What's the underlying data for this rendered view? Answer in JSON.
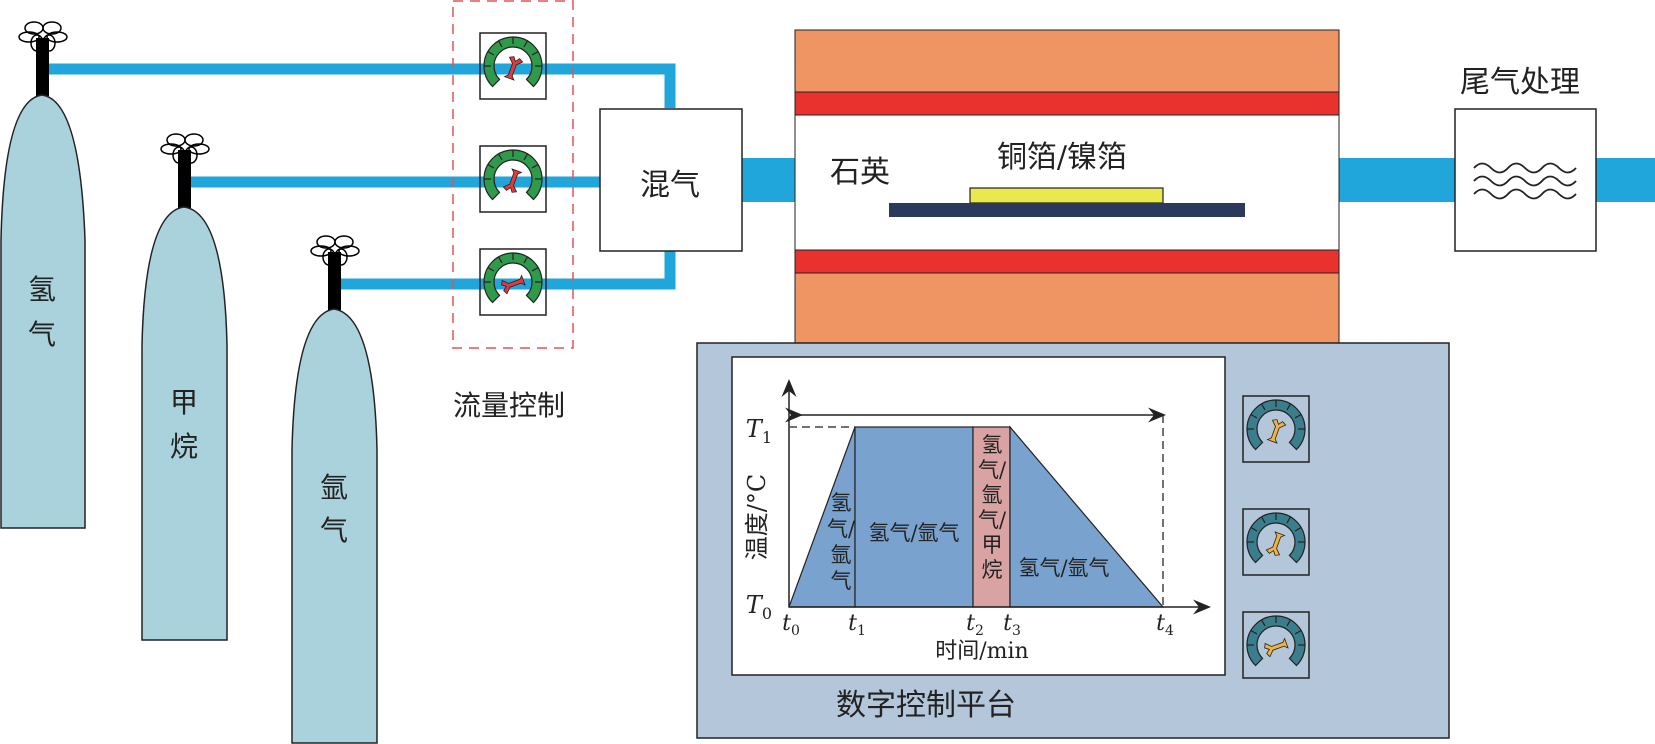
{
  "cylinders": [
    {
      "label_top": "氢",
      "label_bottom": "气",
      "name": "hydrogen"
    },
    {
      "label_top": "甲",
      "label_bottom": "烷",
      "name": "methane"
    },
    {
      "label_top": "氩",
      "label_bottom": "气",
      "name": "argon"
    }
  ],
  "flow_control": {
    "label": "流量控制"
  },
  "mixer": {
    "label": "混气"
  },
  "furnace": {
    "tube_label": "石英",
    "sample_label": "铜箔/镍箔"
  },
  "exhaust": {
    "label": "尾气处理"
  },
  "platform": {
    "label": "数字控制平台"
  },
  "chart": {
    "ylabel": "温度/°C",
    "xlabel": "时间/min",
    "T0": "T",
    "T0_sub": "0",
    "T1": "T",
    "T1_sub": "1",
    "ticks": [
      {
        "t": "t",
        "sub": "0"
      },
      {
        "t": "t",
        "sub": "1"
      },
      {
        "t": "t",
        "sub": "2"
      },
      {
        "t": "t",
        "sub": "3"
      },
      {
        "t": "t",
        "sub": "4"
      }
    ],
    "segments": [
      {
        "lines": [
          "氢",
          "气/",
          "氩",
          "气"
        ]
      },
      {
        "lines": [
          "氢气/氩气"
        ]
      },
      {
        "lines": [
          "氢",
          "气/",
          "氩",
          "气/",
          "甲",
          "烷"
        ]
      },
      {
        "lines": [
          "氢气/氩气"
        ]
      }
    ]
  },
  "colors": {
    "pipe": "#21a6db",
    "cylinder": "#a9d2dc",
    "gauge_green": "#2e9a4a",
    "gauge_needle_red": "#e8393a",
    "gauge_teal": "#3a7d8c",
    "gauge_needle_yellow": "#f0b43c",
    "furnace_outer": "#ee9563",
    "heater_red": "#e9312d",
    "foil_yellow": "#e9e84f",
    "substrate_navy": "#2b3a5c",
    "platform_bg": "#b3c6da",
    "chart_blue": "#7aa2cf",
    "chart_pink": "#d9a3a3",
    "dashed_red": "#e25555"
  }
}
